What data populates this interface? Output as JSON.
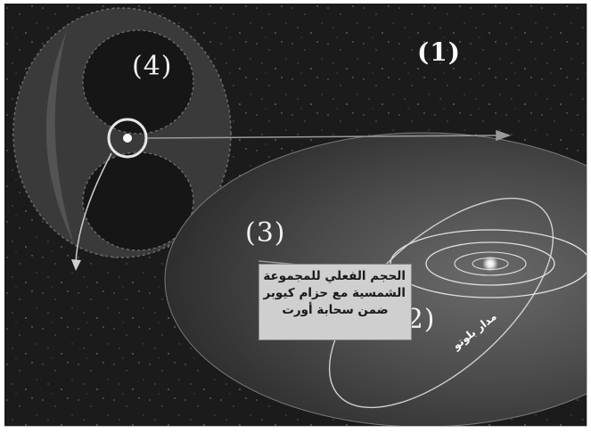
{
  "labels": {
    "region_1": "(1)",
    "region_2": "(2)",
    "region_3": "(3)",
    "region_4": "(4)"
  },
  "caption": {
    "line_1": "الحجم الفعلي للمجموعة",
    "line_2": "الشمسية مع حزام كيوبر",
    "line_3": "ضمن سحابة أورت"
  },
  "orbit_label": "مدار بلوتو",
  "colors": {
    "space_background": "#1b1b1b",
    "cloud_gray": "#3e3e3e",
    "belt_gray": "#4a4a4a",
    "caption_box": "#cfcfcf",
    "orbit_line": "#d8d8d8"
  }
}
